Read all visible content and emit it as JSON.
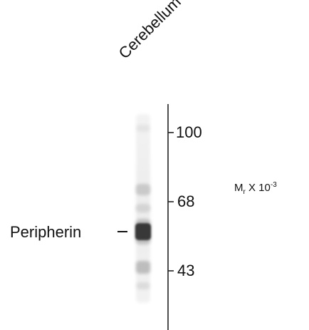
{
  "lane_label": "Cerebellum",
  "protein_label": "Peripherin",
  "mw_markers": [
    "100",
    "68",
    "43"
  ],
  "mr_axis": {
    "prefix": "M",
    "subscript": "r",
    "middle": " X 10",
    "superscript": "-3"
  },
  "colors": {
    "band": "#111111",
    "axis": "#222222",
    "background": "#ffffff"
  }
}
